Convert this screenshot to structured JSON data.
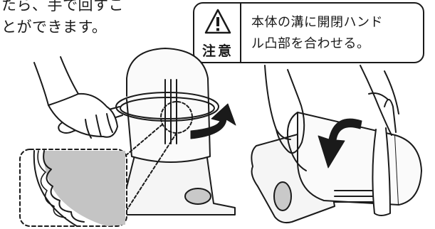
{
  "intro": {
    "line1": "たら、手で回すこ",
    "line2": "とができます。"
  },
  "caution": {
    "label": "注意",
    "icon": "warning-icon",
    "line1": "本体の溝に開閉ハンド",
    "line2": "ル凸部を合わせる。"
  },
  "colors": {
    "line": "#1a1a1a",
    "gray": "#bdbdbd",
    "light": "#f0f0f0"
  }
}
